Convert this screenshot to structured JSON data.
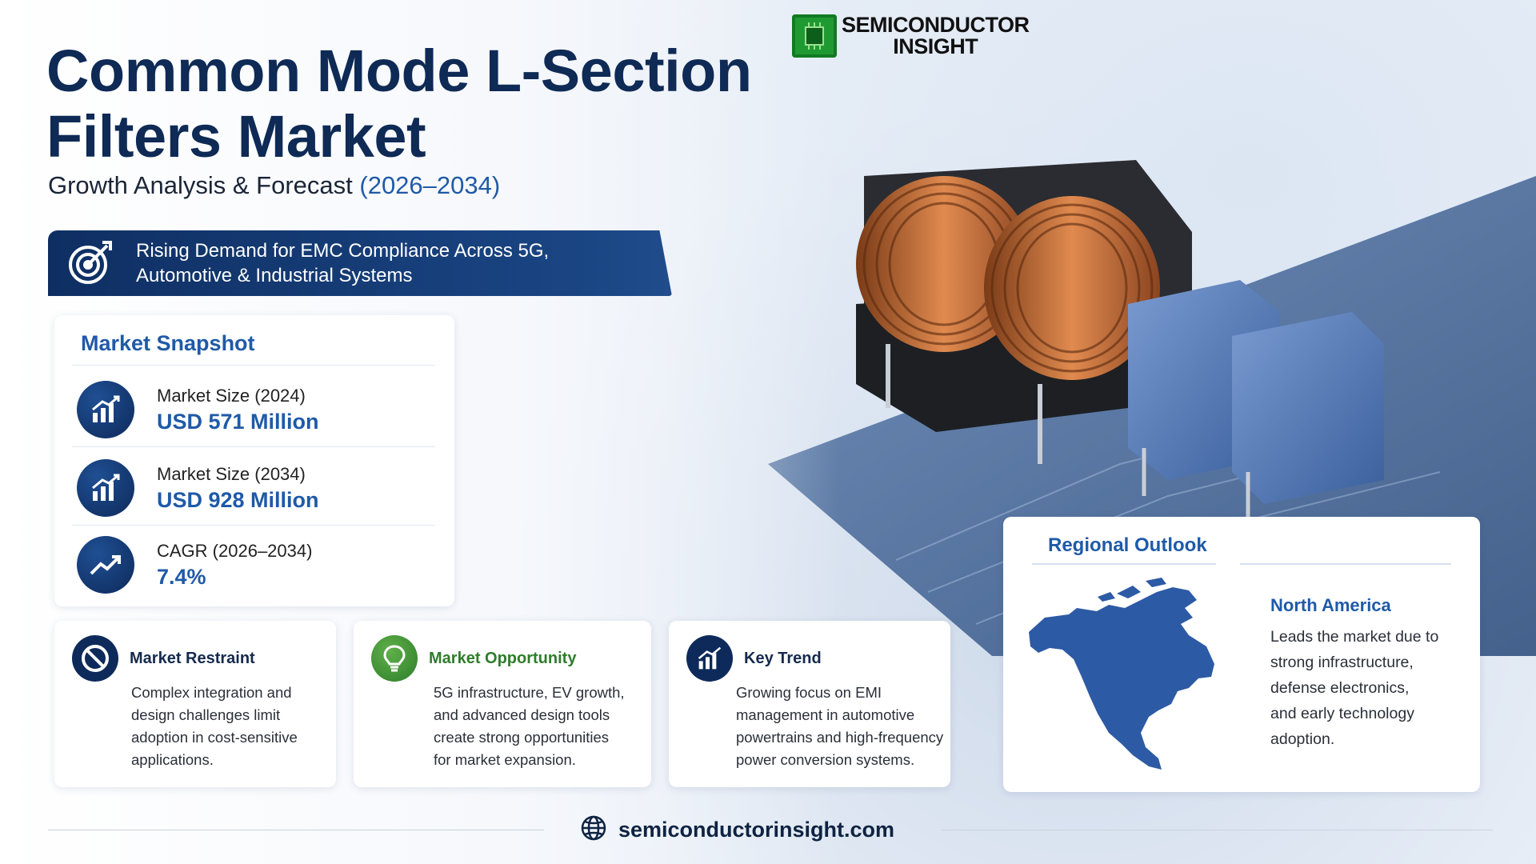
{
  "title_line1": "Common Mode L-Section",
  "title_line2": "Filters Market",
  "subtitle_main": "Growth Analysis & Forecast",
  "subtitle_period": "(2026–2034)",
  "logo": {
    "line1": "SEMICONDUCTOR",
    "line2": "INSIGHT",
    "icon": "chip-icon",
    "color": "#1f9a32"
  },
  "banner": {
    "icon": "target-icon",
    "line1": "Rising Demand for EMC Compliance Across 5G,",
    "line2": "Automotive & Industrial Systems"
  },
  "snapshot": {
    "title": "Market Snapshot",
    "rows": [
      {
        "icon": "bar-chart-up-icon",
        "label": "Market Size (2024)",
        "value": "USD 571 Million"
      },
      {
        "icon": "bar-chart-up-icon",
        "label": "Market Size (2034)",
        "value": "USD 928 Million"
      },
      {
        "icon": "trend-up-icon",
        "label": "CAGR (2026–2034)",
        "value": "7.4%"
      }
    ]
  },
  "restraint": {
    "icon": "prohibited-icon",
    "title": "Market Restraint",
    "lines": [
      "Complex integration and",
      "design challenges limit",
      "adoption in cost-sensitive",
      "applications."
    ]
  },
  "opportunity": {
    "icon": "lightbulb-icon",
    "title": "Market Opportunity",
    "lines": [
      "5G infrastructure, EV growth,",
      "and advanced design tools",
      "create strong opportunities",
      "for market expansion."
    ]
  },
  "trend": {
    "icon": "bar-chart-up-icon",
    "title": "Key Trend",
    "lines": [
      "Growing focus on EMI",
      "management in automotive",
      "powertrains and high-frequency",
      "power conversion systems."
    ]
  },
  "regional": {
    "title": "Regional Outlook",
    "region": "North America",
    "lines": [
      "Leads the market due to",
      "strong infrastructure,",
      "defense electronics,",
      "and early technology",
      "adoption."
    ],
    "map_icon": "north-america-map-icon"
  },
  "footer": {
    "icon": "globe-icon",
    "url": "semiconductorinsight.com"
  },
  "colors": {
    "navy": "#0e2a55",
    "accent": "#1f5aa8",
    "green": "#2e8b3a",
    "map": "#2d5aa4"
  }
}
